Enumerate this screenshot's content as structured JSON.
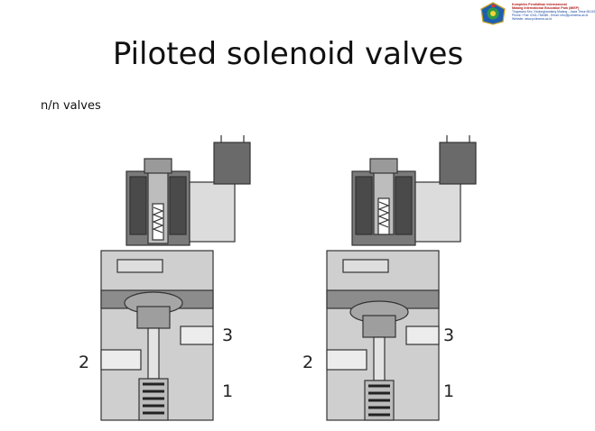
{
  "header": {
    "line1": "Kompleks Pendidikan Internasional",
    "line2": "Malang International Education Park (MIEP)",
    "line3": "Tlogowaru Kec. Kedungkandang Malang - Jawa Timur 65133",
    "line4": "Phone / Fax: 0341-754086 - Email: info@polinema.ac.id",
    "line5": "Website: www.polinema.ac.id"
  },
  "slide": {
    "title": "Piloted solenoid valves",
    "subtitle": "n/n valves"
  },
  "diagrams": {
    "left": {
      "port_3": "3",
      "port_2": "2",
      "port_1": "1"
    },
    "right": {
      "port_3": "3",
      "port_2": "2",
      "port_1": "1"
    }
  },
  "colors": {
    "body_fill": "#cfcfcf",
    "body_stroke": "#333333",
    "dark_fill": "#6c6c6c",
    "channel_fill": "#ececec"
  }
}
